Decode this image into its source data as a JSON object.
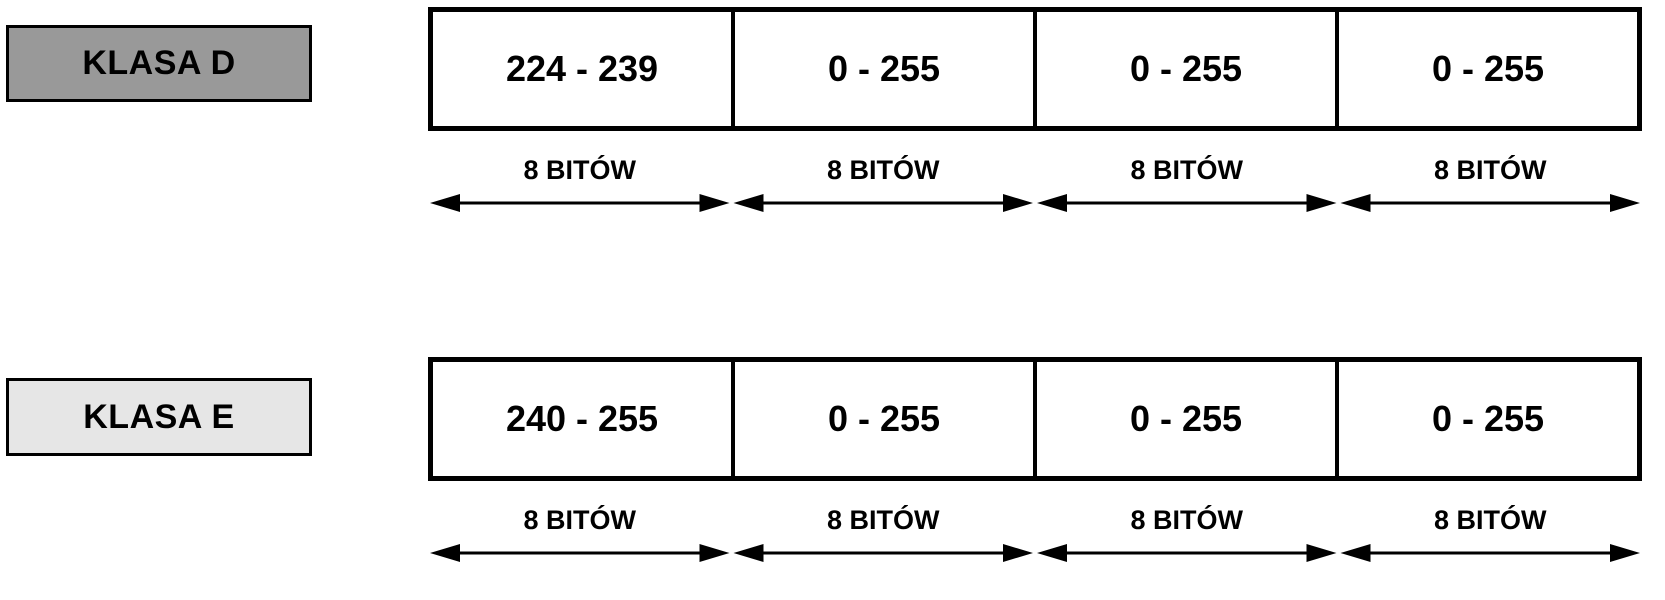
{
  "classes": [
    {
      "label": "KLASA  D",
      "label_color": "#999999",
      "octets": [
        "224 - 239",
        "0 - 255",
        "0 - 255",
        "0 - 255"
      ],
      "bit_labels": [
        "8 BITÓW",
        "8 BITÓW",
        "8 BITÓW",
        "8 BITÓW"
      ]
    },
    {
      "label": "KLASA  E",
      "label_color": "#e6e6e6",
      "octets": [
        "240 - 255",
        "0 - 255",
        "0 - 255",
        "0 - 255"
      ],
      "bit_labels": [
        "8 BITÓW",
        "8 BITÓW",
        "8 BITÓW",
        "8 BITÓW"
      ]
    }
  ]
}
